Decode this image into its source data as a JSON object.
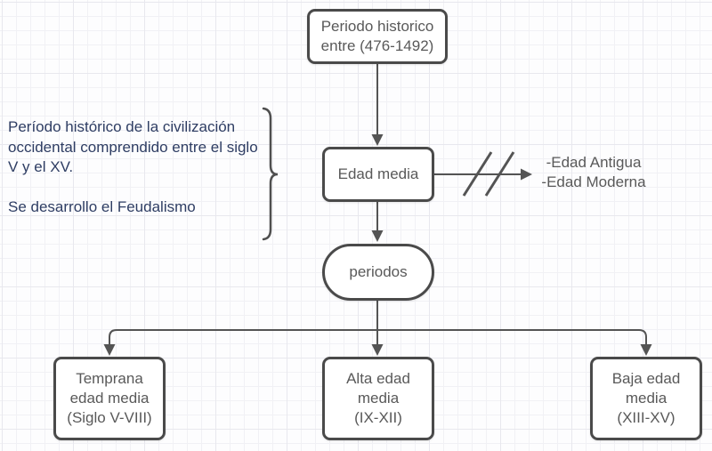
{
  "colors": {
    "node_border": "#4a4a4a",
    "node_fill": "#ffffff",
    "node_text": "#595959",
    "connector": "#545454",
    "note_text": "#2e3d63",
    "grid_minor": "#f1f1f5",
    "grid_major": "#e8e8ee",
    "canvas_bg": "#fdfdfe"
  },
  "nodes": {
    "periodo_historico": {
      "lines": [
        "Periodo historico",
        "entre (476-1492)"
      ]
    },
    "edad_media": {
      "label": "Edad media"
    },
    "periodos": {
      "label": "periodos"
    },
    "temprana_edad_media": {
      "lines": [
        "Temprana",
        "edad media",
        "(Siglo V-VIII)"
      ]
    },
    "alta_edad_media": {
      "lines": [
        "Alta edad",
        "media",
        "(IX-XII)"
      ]
    },
    "baja_edad_media": {
      "lines": [
        "Baja edad",
        "media",
        "(XIII-XV)"
      ]
    }
  },
  "annotations": {
    "brace_note": {
      "lines": [
        "Período histórico de la civilización",
        "occidental comprendido entre el siglo",
        "V y el XV.",
        "",
        "Se desarrollo el Feudalismo"
      ]
    },
    "other_ages": {
      "lines": [
        "-Edad Antigua",
        "-Edad Moderna"
      ]
    },
    "edge_break_icon": "double-slash"
  }
}
